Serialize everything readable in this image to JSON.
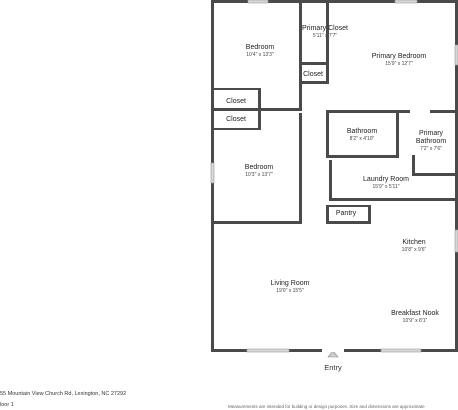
{
  "rooms": [
    {
      "id": "bedroom-1",
      "name": "Bedroom",
      "dim": "10'4\" x 13'3\""
    },
    {
      "id": "primary-closet",
      "name": "Primary Closet",
      "dim": "5'11\" x 7'7\""
    },
    {
      "id": "primary-bedroom",
      "name": "Primary Bedroom",
      "dim": "15'9\" x 12'7\""
    },
    {
      "id": "closet-1",
      "name": "Closet",
      "dim": ""
    },
    {
      "id": "closet-2",
      "name": "Closet",
      "dim": ""
    },
    {
      "id": "closet-3",
      "name": "Closet",
      "dim": ""
    },
    {
      "id": "bathroom",
      "name": "Bathroom",
      "dim": "8'2\" x 4'10\""
    },
    {
      "id": "primary-bathroom",
      "name": "Primary\nBathroom",
      "dim": "7'2\" x 7'6\""
    },
    {
      "id": "bedroom-2",
      "name": "Bedroom",
      "dim": "10'3\" x 13'7\""
    },
    {
      "id": "laundry-room",
      "name": "Laundry Room",
      "dim": "15'9\" x 5'11\""
    },
    {
      "id": "pantry",
      "name": "Pantry",
      "dim": ""
    },
    {
      "id": "kitchen",
      "name": "Kitchen",
      "dim": "10'8\" x 9'6\""
    },
    {
      "id": "living-room",
      "name": "Living Room",
      "dim": "19'0\" x 15'5\""
    },
    {
      "id": "breakfast-nook",
      "name": "Breakfast Nook",
      "dim": "10'9\" x 8'1\""
    }
  ],
  "entry_label": "Entry",
  "address": "55 Mountain View Church Rd, Lexington, NC 27292",
  "floor_label": "loor 1",
  "disclaimer": "Measurements are intended for building or design purposes. Size and dimensions are approximate",
  "colors": {
    "wall": "#4a4a4a",
    "window": "#d8d8d8",
    "background": "#ffffff"
  }
}
